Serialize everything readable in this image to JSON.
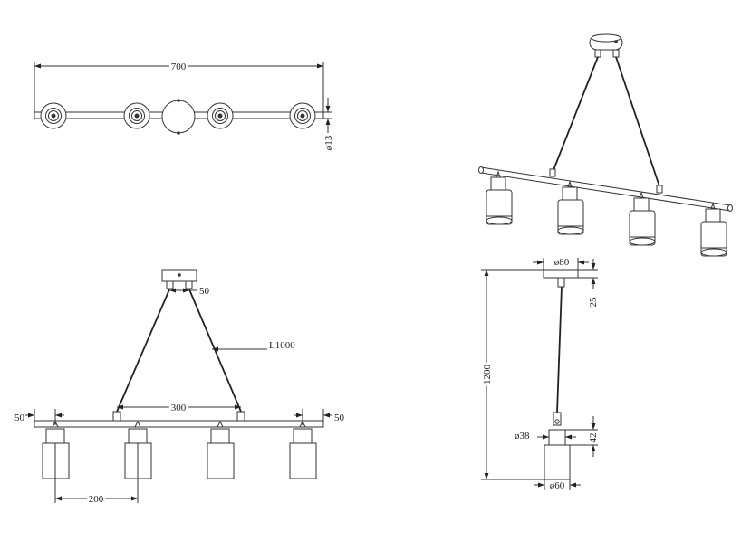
{
  "top_view": {
    "length_label": "700",
    "tube_diameter_label": "ø13"
  },
  "front_view": {
    "canopy_gap_label": "50",
    "cable_label": "L1000",
    "hanger_span_label": "300",
    "end_offset_left_label": "50",
    "end_offset_right_label": "50",
    "spot_spacing_label": "200"
  },
  "side_view": {
    "canopy_diameter_label": "ø80",
    "canopy_height_label": "25",
    "total_height_label": "1200",
    "holder_diameter_label": "ø38",
    "holder_height_label": "42",
    "shade_diameter_label": "ø60"
  }
}
